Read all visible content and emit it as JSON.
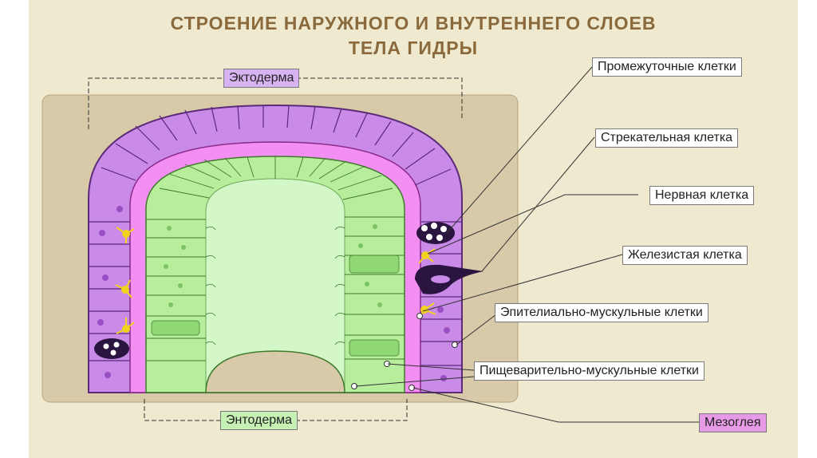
{
  "slide": {
    "title_line1": "СТРОЕНИЕ НАРУЖНОГО И ВНУТРЕННЕГО СЛОЕВ",
    "title_line2": "ТЕЛА ГИДРЫ"
  },
  "labels": {
    "ectoderm": "Эктодерма",
    "endoderm": "Энтодерма",
    "intermediate_cells": "Промежуточные клетки",
    "stinging_cell": "Стрекательная клетка",
    "nerve_cell": "Нервная клетка",
    "gland_cell": "Железистая клетка",
    "epithelial_muscle_cells": "Эпителиально-мускульные клетки",
    "digestive_muscle_cells": "Пищеварительно-мускульные клетки",
    "mesoglea": "Мезоглея"
  },
  "colors": {
    "background": "#efe9cf",
    "title": "#8a6a3c",
    "ectoderm_fill": "#c98ae8",
    "ectoderm_stroke": "#5b2a78",
    "mesoglea_fill": "#f38ef2",
    "endoderm_fill": "#b7ee9b",
    "cavity_fill": "#d3f7c6",
    "panel_fill": "#d8c9a8"
  }
}
